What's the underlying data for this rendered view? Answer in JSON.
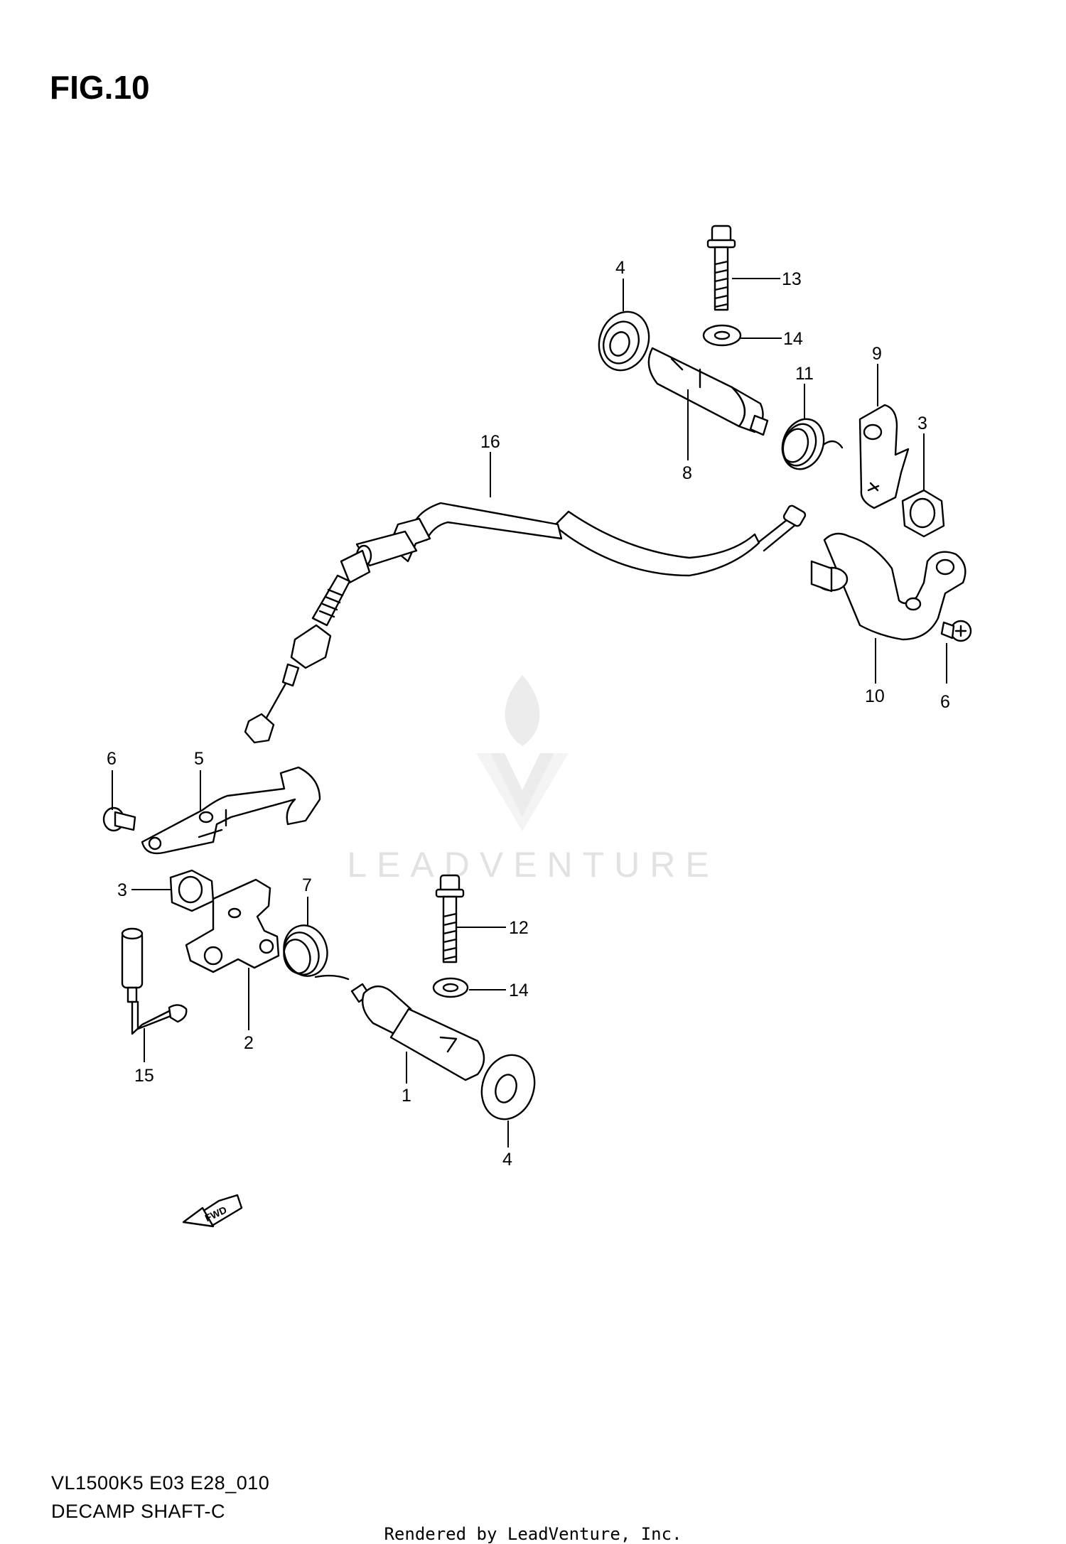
{
  "figure": {
    "title": "FIG.10",
    "model_code": "VL1500K5 E03 E28_010",
    "name": "DECAMP SHAFT-C"
  },
  "footer": "Rendered by LeadVenture, Inc.",
  "watermark": "LEADVENTURE",
  "callouts": [
    "4",
    "13",
    "14",
    "11",
    "9",
    "3",
    "8",
    "16",
    "10",
    "6",
    "6",
    "5",
    "3",
    "7",
    "12",
    "14",
    "2",
    "15",
    "1",
    "4"
  ],
  "fwd_label": "FWD"
}
